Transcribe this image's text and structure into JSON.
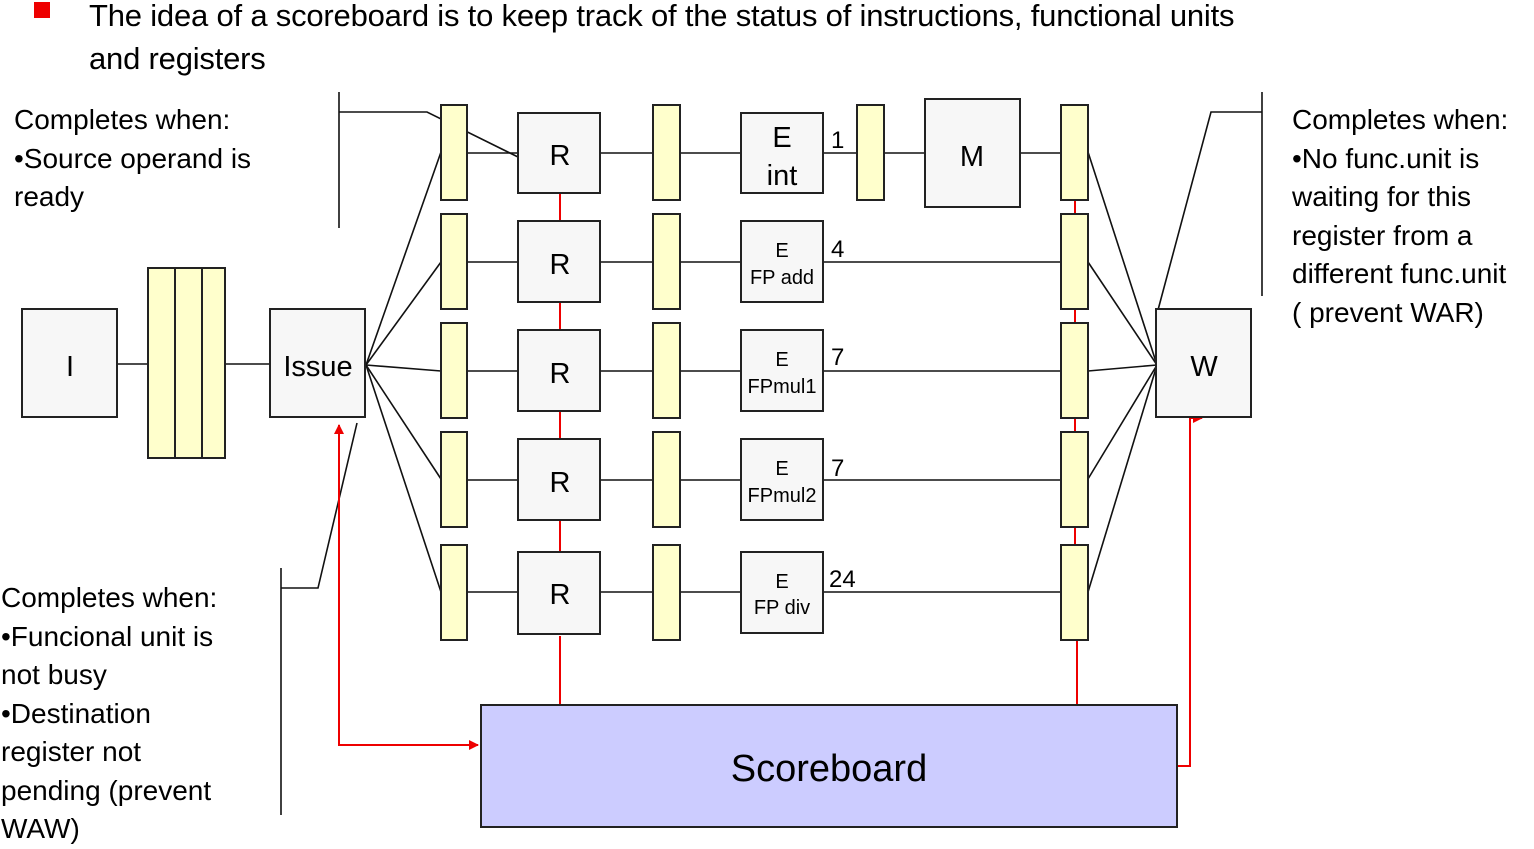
{
  "headline": {
    "bullet_color": "#ee0000",
    "line1": "The idea of a scoreboard is to keep track of the status of instructions, functional units",
    "line2": "and registers"
  },
  "notes": {
    "read": {
      "title": "Completes when:",
      "lines": [
        "•Source operand is",
        "ready"
      ]
    },
    "issue": {
      "title": "Completes when:",
      "lines": [
        "•Funcional unit is",
        "not busy",
        "•Destination",
        "register not",
        "pending (prevent",
        "WAW)"
      ]
    },
    "write": {
      "title": "Completes when:",
      "lines": [
        "•No func.unit is",
        "waiting for this",
        "register from a",
        "different func.unit",
        "( prevent WAR)"
      ]
    }
  },
  "pipeline": {
    "fetch_label": "I",
    "issue_label": "Issue",
    "write_label": "W",
    "memory_label": "M",
    "scoreboard_label": "Scoreboard",
    "read_label": "R",
    "units": [
      {
        "line1": "E",
        "line2": "int",
        "latency": "1"
      },
      {
        "line1": "E",
        "line2": "FP add",
        "latency": "4"
      },
      {
        "line1": "E",
        "line2": "FPmul1",
        "latency": "7"
      },
      {
        "line1": "E",
        "line2": "FPmul2",
        "latency": "7"
      },
      {
        "line1": "E",
        "line2": "FP div",
        "latency": "24"
      }
    ]
  },
  "colors": {
    "latch_fill": "#ffffcc",
    "box_fill": "#f7f7f7",
    "scoreboard_fill": "#ccccff",
    "control_line": "#ee0000"
  }
}
